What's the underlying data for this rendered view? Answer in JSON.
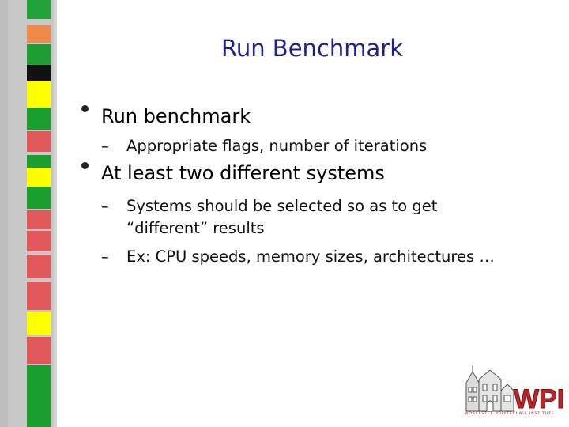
{
  "slide": {
    "title": "Run Benchmark",
    "bullets": [
      {
        "text": "Run benchmark",
        "subitems": [
          "Appropriate flags, number of iterations"
        ]
      },
      {
        "text": "At least two different systems",
        "subitems": [
          "Systems should be selected so as to get",
          "“different” results",
          "Ex: CPU speeds, memory sizes, architectures …"
        ]
      }
    ],
    "dash": "–"
  },
  "logo": {
    "text": "WPI",
    "caption": "WORCESTER POLYTECHNIC INSTITUTE"
  },
  "colors": {
    "title": "#1f1f8f",
    "stripe_red": "#e0585a",
    "stripe_green": "#1a9e2e",
    "stripe_yellow": "#ffff00",
    "stripe_orange": "#f08a4b",
    "logo_red": "#b8282a"
  }
}
